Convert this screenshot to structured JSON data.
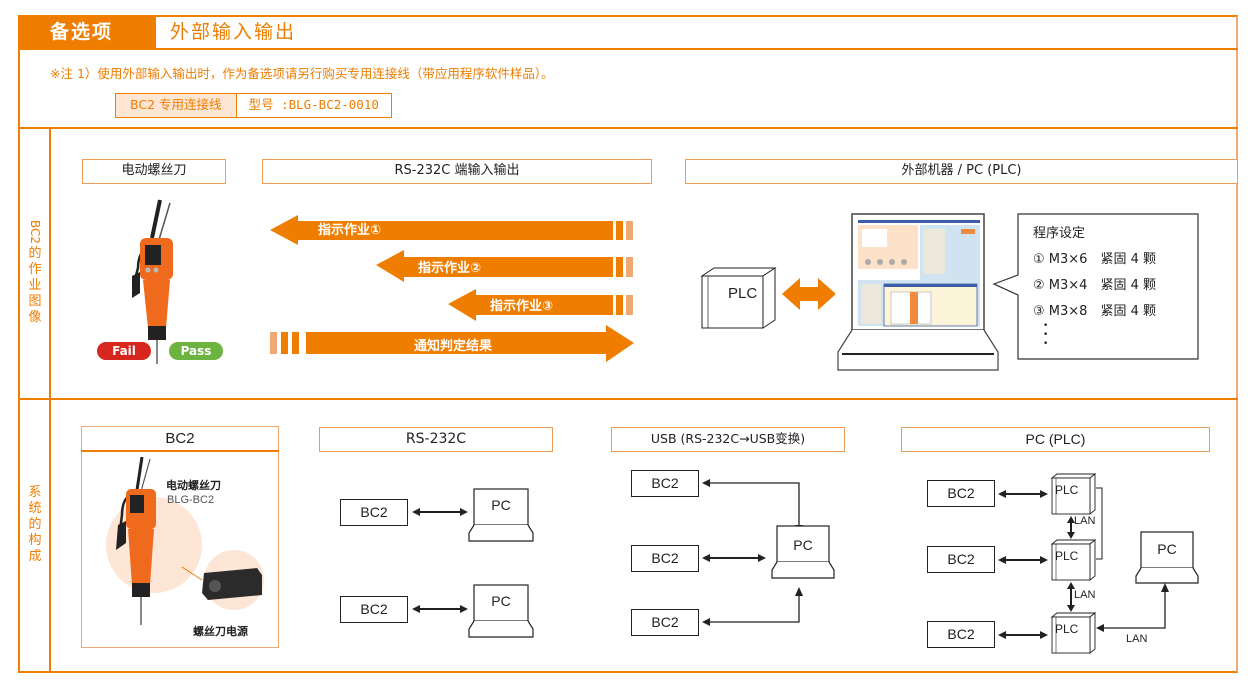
{
  "header": {
    "tag": "备选项",
    "title": "外部输入输出"
  },
  "note": {
    "text": "※注 1）使用外部输入输出时，作为备选项请另行购买专用连接线（带应用程序软件样品）。",
    "cable_name": "BC2 专用连接线",
    "cable_model": "型号 :BLG-BC2-0010"
  },
  "colors": {
    "accent": "#ef7d00",
    "accent_light": "#f0a874",
    "fail": "#d7261e",
    "pass": "#6cb33f"
  },
  "section_work": {
    "side_label": [
      "BC2",
      "的",
      "作",
      "业",
      "图",
      "像"
    ],
    "screwdriver_title": "电动螺丝刀",
    "io_title": "RS-232C 端输入输出",
    "external_title": "外部机器 / PC (PLC)",
    "arrows": [
      {
        "label": "指示作业①",
        "direction": "left"
      },
      {
        "label": "指示作业②",
        "direction": "left"
      },
      {
        "label": "指示作业③",
        "direction": "left"
      },
      {
        "label": "通知判定结果",
        "direction": "right"
      }
    ],
    "badges": {
      "fail": "Fail",
      "pass": "Pass"
    },
    "plc_label": "PLC",
    "program": {
      "title": "程序设定",
      "items": [
        "① M3×6　紧固 4 颗",
        "② M3×4　紧固 4 颗",
        "③ M3×8　紧固 4 颗"
      ],
      "ellipsis": "•"
    }
  },
  "section_system": {
    "side_label": [
      "系",
      "统",
      "的",
      "构",
      "成"
    ],
    "bc2_panel": {
      "title": "BC2",
      "screwdriver_name": "电动螺丝刀",
      "screwdriver_model": "BLG-BC2",
      "power_name": "螺丝刀电源"
    },
    "rs232c": {
      "title": "RS-232C",
      "device": "BC2",
      "pc": "PC"
    },
    "usb": {
      "title": "USB (RS-232C→USB变换)",
      "device": "BC2",
      "pc": "PC"
    },
    "pc_plc": {
      "title": "PC (PLC)",
      "device": "BC2",
      "plc": "PLC",
      "pc": "PC",
      "lan": "LAN"
    }
  }
}
